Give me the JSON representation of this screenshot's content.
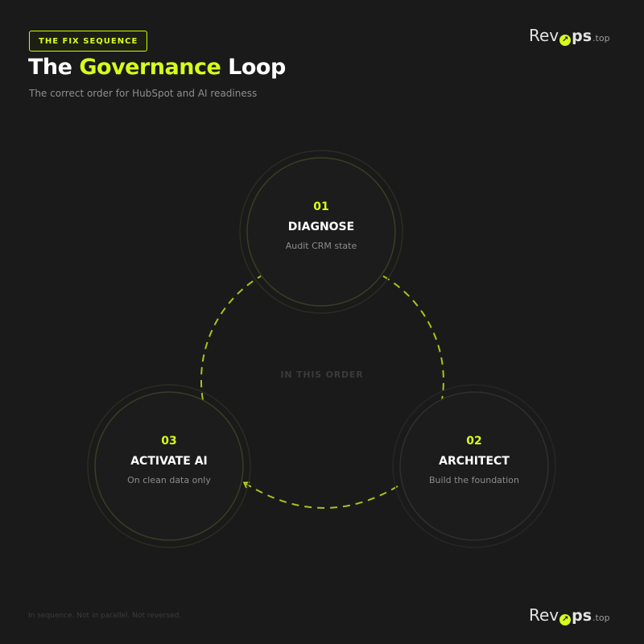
{
  "header": {
    "badge": "THE FIX SEQUENCE",
    "title_before": "The ",
    "title_highlight": "Governance",
    "title_after": " Loop",
    "subtitle": "The correct order for HubSpot and AI readiness"
  },
  "logo": {
    "rev": "Rev",
    "o": "↗",
    "ps": "ps",
    "suffix": ".top"
  },
  "steps": [
    {
      "number": "01",
      "name": "DIAGNOSE",
      "description": "Audit CRM state"
    },
    {
      "number": "02",
      "name": "ARCHITECT",
      "description": "Build the foundation"
    },
    {
      "number": "03",
      "name": "ACTIVATE AI",
      "description": "On clean data only"
    }
  ],
  "center_label": "IN THIS ORDER",
  "footer": "In sequence. Not in parallel. Not reversed.",
  "colors": {
    "accent": "#d6ff1a",
    "background": "#1a1a1a"
  }
}
